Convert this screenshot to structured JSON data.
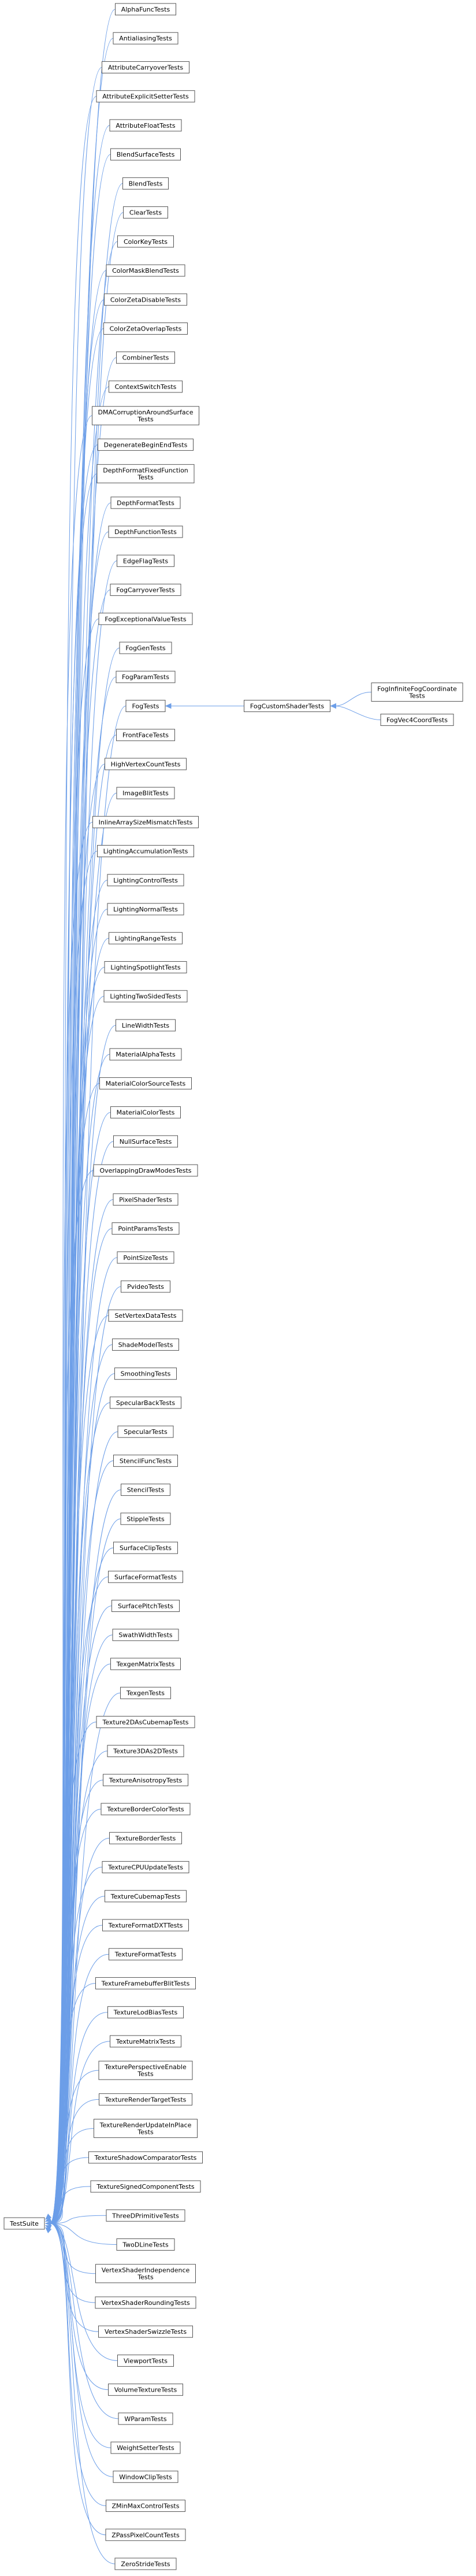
{
  "diagram": {
    "root": "TestSuite",
    "children": [
      {
        "label": "AlphaFuncTests"
      },
      {
        "label": "AntialiasingTests"
      },
      {
        "label": "AttributeCarryoverTests"
      },
      {
        "label": "AttributeExplicitSetterTests"
      },
      {
        "label": "AttributeFloatTests"
      },
      {
        "label": "BlendSurfaceTests"
      },
      {
        "label": "BlendTests"
      },
      {
        "label": "ClearTests"
      },
      {
        "label": "ColorKeyTests"
      },
      {
        "label": "ColorMaskBlendTests"
      },
      {
        "label": "ColorZetaDisableTests"
      },
      {
        "label": "ColorZetaOverlapTests"
      },
      {
        "label": "CombinerTests"
      },
      {
        "label": "ContextSwitchTests"
      },
      {
        "label": "DMACorruptionAroundSurface Tests",
        "lines": [
          "DMACorruptionAroundSurface",
          "Tests"
        ]
      },
      {
        "label": "DegenerateBeginEndTests"
      },
      {
        "label": "DepthFormatFixedFunction Tests",
        "lines": [
          "DepthFormatFixedFunction",
          "Tests"
        ]
      },
      {
        "label": "DepthFormatTests"
      },
      {
        "label": "DepthFunctionTests"
      },
      {
        "label": "EdgeFlagTests"
      },
      {
        "label": "FogCarryoverTests"
      },
      {
        "label": "FogExceptionalValueTests"
      },
      {
        "label": "FogGenTests"
      },
      {
        "label": "FogParamTests"
      },
      {
        "label": "FogTests",
        "children": [
          {
            "label": "FogCustomShaderTests",
            "children": [
              {
                "label": "FogInfiniteFogCoordinate Tests",
                "lines": [
                  "FogInfiniteFogCoordinate",
                  "Tests"
                ]
              },
              {
                "label": "FogVec4CoordTests"
              }
            ]
          }
        ]
      },
      {
        "label": "FrontFaceTests"
      },
      {
        "label": "HighVertexCountTests"
      },
      {
        "label": "ImageBlitTests"
      },
      {
        "label": "InlineArraySizeMismatchTests"
      },
      {
        "label": "LightingAccumulationTests"
      },
      {
        "label": "LightingControlTests"
      },
      {
        "label": "LightingNormalTests"
      },
      {
        "label": "LightingRangeTests"
      },
      {
        "label": "LightingSpotlightTests"
      },
      {
        "label": "LightingTwoSidedTests"
      },
      {
        "label": "LineWidthTests"
      },
      {
        "label": "MaterialAlphaTests"
      },
      {
        "label": "MaterialColorSourceTests"
      },
      {
        "label": "MaterialColorTests"
      },
      {
        "label": "NullSurfaceTests"
      },
      {
        "label": "OverlappingDrawModesTests"
      },
      {
        "label": "PixelShaderTests"
      },
      {
        "label": "PointParamsTests"
      },
      {
        "label": "PointSizeTests"
      },
      {
        "label": "PvideoTests"
      },
      {
        "label": "SetVertexDataTests"
      },
      {
        "label": "ShadeModelTests"
      },
      {
        "label": "SmoothingTests"
      },
      {
        "label": "SpecularBackTests"
      },
      {
        "label": "SpecularTests"
      },
      {
        "label": "StencilFuncTests"
      },
      {
        "label": "StencilTests"
      },
      {
        "label": "StippleTests"
      },
      {
        "label": "SurfaceClipTests"
      },
      {
        "label": "SurfaceFormatTests"
      },
      {
        "label": "SurfacePitchTests"
      },
      {
        "label": "SwathWidthTests"
      },
      {
        "label": "TexgenMatrixTests"
      },
      {
        "label": "TexgenTests"
      },
      {
        "label": "Texture2DAsCubemapTests"
      },
      {
        "label": "Texture3DAs2DTests"
      },
      {
        "label": "TextureAnisotropyTests"
      },
      {
        "label": "TextureBorderColorTests"
      },
      {
        "label": "TextureBorderTests"
      },
      {
        "label": "TextureCPUUpdateTests"
      },
      {
        "label": "TextureCubemapTests"
      },
      {
        "label": "TextureFormatDXTTests"
      },
      {
        "label": "TextureFormatTests"
      },
      {
        "label": "TextureFramebufferBlitTests"
      },
      {
        "label": "TextureLodBiasTests"
      },
      {
        "label": "TextureMatrixTests"
      },
      {
        "label": "TexturePerspectiveEnable Tests",
        "lines": [
          "TexturePerspectiveEnable",
          "Tests"
        ]
      },
      {
        "label": "TextureRenderTargetTests"
      },
      {
        "label": "TextureRenderUpdateInPlace Tests",
        "lines": [
          "TextureRenderUpdateInPlace",
          "Tests"
        ]
      },
      {
        "label": "TextureShadowComparatorTests"
      },
      {
        "label": "TextureSignedComponentTests"
      },
      {
        "label": "ThreeDPrimitiveTests"
      },
      {
        "label": "TwoDLineTests"
      },
      {
        "label": "VertexShaderIndependence Tests",
        "lines": [
          "VertexShaderIndependence",
          "Tests"
        ]
      },
      {
        "label": "VertexShaderRoundingTests"
      },
      {
        "label": "VertexShaderSwizzleTests"
      },
      {
        "label": "ViewportTests"
      },
      {
        "label": "VolumeTextureTests"
      },
      {
        "label": "WParamTests"
      },
      {
        "label": "WeightSetterTests"
      },
      {
        "label": "WindowClipTests"
      },
      {
        "label": "ZMinMaxControlTests"
      },
      {
        "label": "ZPassPixelCountTests"
      },
      {
        "label": "ZeroStrideTests"
      }
    ]
  },
  "colors": {
    "edge": "#6c9ee8",
    "node_border": "#555555",
    "node_fill": "#ffffff",
    "text": "#000000"
  }
}
